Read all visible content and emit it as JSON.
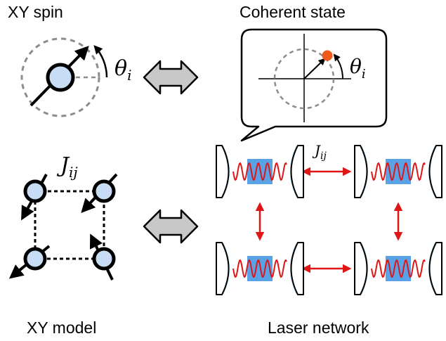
{
  "labels": {
    "xy_spin": "XY spin",
    "coherent_state": "Coherent state",
    "xy_model": "XY model",
    "laser_network": "Laser network",
    "theta_main": "θ",
    "theta_sub": "i",
    "coupling_main": "J",
    "coupling_sub": "ij"
  },
  "colors": {
    "spin_fill": "#c8dcf5",
    "dashed_circle": "#8c8c8c",
    "double_arrow": "#c8c8c8",
    "coherent_dot": "#ee5a1c",
    "gain_medium": "#5aa2e6",
    "laser_wave": "#e01515",
    "coupling_arrow": "#e01515",
    "mirror_glow": "#6cc0f0"
  },
  "icons": [
    "xy-spin-icon",
    "dashed-circle-icon",
    "rotation-arrow-icon",
    "double-arrow-icon",
    "speech-bubble-icon",
    "laser-cavity-icon",
    "coupling-arrow-icon"
  ]
}
